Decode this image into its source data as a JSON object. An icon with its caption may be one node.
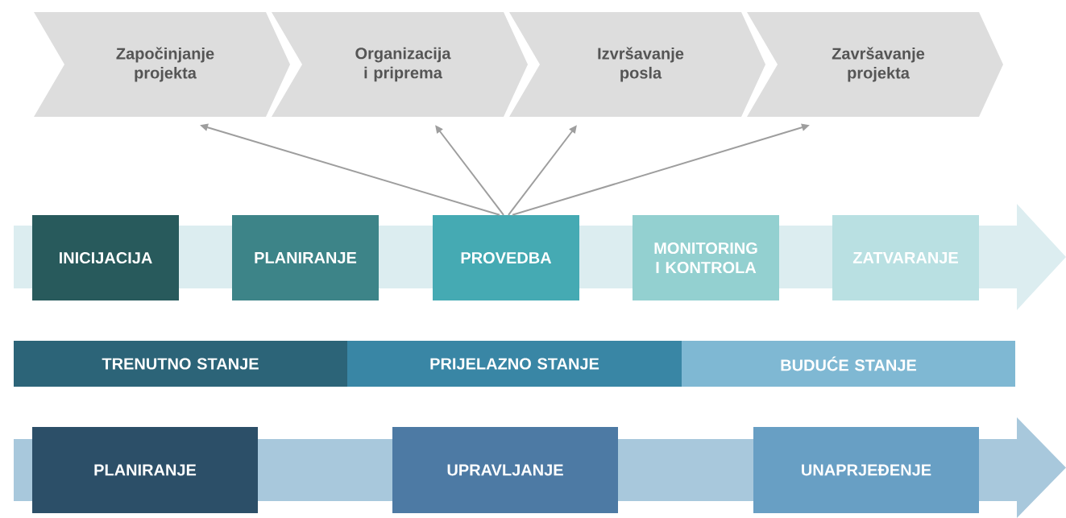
{
  "diagram": {
    "nodes": [
      {
        "text": [
          "Započinjanje projekta"
        ]
      },
      {
        "text": [
          "Organizacija i priprema"
        ]
      },
      {
        "text": [
          "Izvršavanje posla"
        ]
      },
      {
        "text": [
          "Završavanje projekta"
        ]
      },
      {
        "text": [
          "INICIJACIJA"
        ]
      },
      {
        "text": [
          "PLANIRANJE"
        ]
      },
      {
        "text": [
          "PROVEDBA"
        ]
      },
      {
        "text": [
          "MONITORING I KONTROLA"
        ]
      },
      {
        "text": [
          "ZATVARANJE"
        ]
      },
      {
        "text": [
          "TRENUTNO STANJE"
        ]
      },
      {
        "text": [
          "PRIJELAZNO STANJE"
        ]
      },
      {
        "text": [
          "BUDUĆE STANJE"
        ]
      },
      {
        "text": [
          "PLANIRANJE"
        ]
      },
      {
        "text": [
          "UPRAVLJANJE"
        ]
      },
      {
        "text": [
          "UNAPRJEĐENJE"
        ]
      }
    ],
    "edges": [
      {
        "from": 6,
        "to": 0,
        "arrow": "to"
      },
      {
        "from": 6,
        "to": 1,
        "arrow": "to"
      },
      {
        "from": 6,
        "to": 2,
        "arrow": "to"
      },
      {
        "from": 6,
        "to": 3,
        "arrow": "to"
      }
    ]
  }
}
